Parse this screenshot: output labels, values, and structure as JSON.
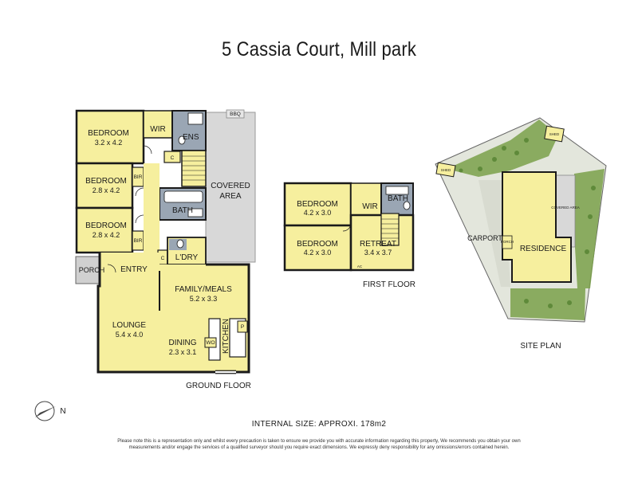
{
  "title": "5 Cassia Court, Mill park",
  "ground_floor": {
    "label": "GROUND FLOOR",
    "rooms": [
      {
        "name": "BEDROOM",
        "dims": "3.2 x 4.2"
      },
      {
        "name": "WIR"
      },
      {
        "name": "ENS"
      },
      {
        "name": "C"
      },
      {
        "name": "BEDROOM",
        "dims": "2.8 x 4.2"
      },
      {
        "name": "BIR"
      },
      {
        "name": "BATH"
      },
      {
        "name": "BEDROOM",
        "dims": "2.8 x 4.2"
      },
      {
        "name": "BIR"
      },
      {
        "name": "C"
      },
      {
        "name": "L'DRY"
      },
      {
        "name": "PORCH"
      },
      {
        "name": "ENTRY"
      },
      {
        "name": "FAMILY/MEALS",
        "dims": "5.2 x 3.3"
      },
      {
        "name": "LOUNGE",
        "dims": "5.4 x 4.0"
      },
      {
        "name": "DINING",
        "dims": "2.3 x 3.1"
      },
      {
        "name": "KITCHEN"
      },
      {
        "name": "WO"
      },
      {
        "name": "P"
      },
      {
        "name": "COVERED\nAREA"
      },
      {
        "name": "BBQ"
      }
    ]
  },
  "first_floor": {
    "label": "FIRST FLOOR",
    "rooms": [
      {
        "name": "BEDROOM",
        "dims": "4.2 x 3.0"
      },
      {
        "name": "WIR"
      },
      {
        "name": "BATH"
      },
      {
        "name": "BEDROOM",
        "dims": "4.2 x 3.0"
      },
      {
        "name": "RETREAT",
        "dims": "3.4 x 3.7"
      },
      {
        "name": "AC"
      }
    ]
  },
  "site_plan": {
    "label": "SITE PLAN",
    "labels": {
      "residence": "RESIDENCE",
      "carport": "CARPORT",
      "porch": "PORCH",
      "covered_area": "COVERED AREA",
      "shed_1": "SHED",
      "shed_2": "SHED"
    }
  },
  "compass": {
    "label": "N"
  },
  "internal_size": "INTERNAL SIZE: APPROXI. 178m2",
  "disclaimer": "Please note this is a representation only and whilst every precaution is taken to ensure we provide you with accurate information regarding this property, We recommends you obtain your own measurements and/or engage the services of a qualified surveyor should you require exact dimensions. We expressly deny responsibility for any omissions/errors contained herein.",
  "colors": {
    "room_fill": "#f6ef9e",
    "wet_area": "#9aa6b4",
    "covered_area": "#d8d8d8",
    "lawn": "#7aa04a",
    "site_ground": "#e3e6dc",
    "wall": "#1a1a1a"
  }
}
